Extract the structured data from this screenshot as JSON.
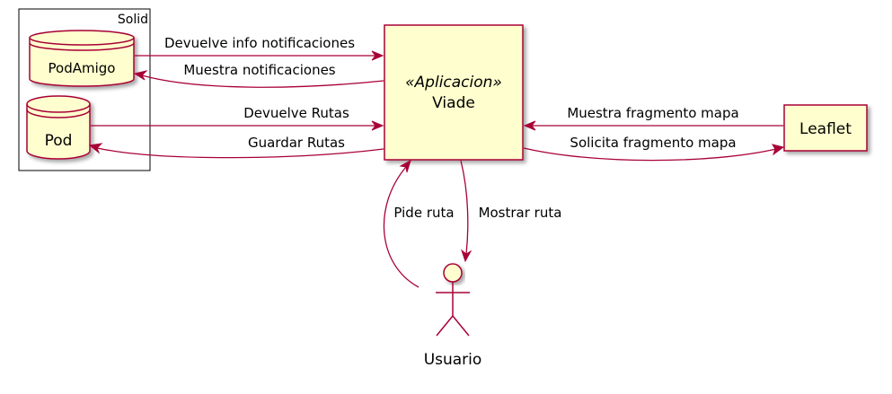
{
  "colors": {
    "node_fill": "#FEFECE",
    "node_border": "#A80036",
    "package_border": "#000000",
    "text": "#000000"
  },
  "package": {
    "label": "Solid"
  },
  "nodes": {
    "podamigo": {
      "label": "PodAmigo",
      "shape": "database"
    },
    "pod": {
      "label": "Pod",
      "shape": "database"
    },
    "viade": {
      "stereotype": "«Aplicacion»",
      "label": "Viade",
      "shape": "rectangle"
    },
    "leaflet": {
      "label": "Leaflet",
      "shape": "rectangle"
    },
    "usuario": {
      "label": "Usuario",
      "shape": "actor"
    }
  },
  "edges": {
    "devuelve_info": "Devuelve info notificaciones",
    "muestra_notif": "Muestra notificaciones",
    "devuelve_rutas": "Devuelve Rutas",
    "guardar_rutas": "Guardar Rutas",
    "muestra_fragmento": "Muestra fragmento mapa",
    "solicita_fragmento": "Solicita fragmento mapa",
    "pide_ruta": "Pide ruta",
    "mostrar_ruta": "Mostrar ruta"
  }
}
